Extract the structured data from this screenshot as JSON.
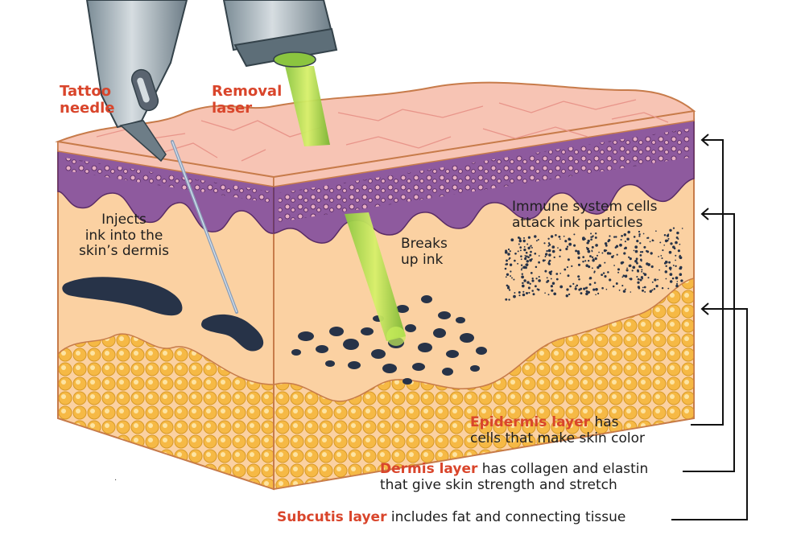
{
  "labels": {
    "tattoo_needle": [
      "Tattoo",
      "needle"
    ],
    "removal_laser": [
      "Removal",
      "laser"
    ],
    "injects": [
      "Injects",
      "ink into the",
      "skin’s dermis"
    ],
    "breaks": [
      "Breaks",
      "up ink"
    ],
    "immune": [
      "Immune system cells",
      "attack ink particles"
    ]
  },
  "layers": {
    "epidermis": {
      "name": "Epidermis layer",
      "line1": " has",
      "line2": "cells that make skin color"
    },
    "dermis": {
      "name": "Dermis layer",
      "line1": " has collagen and elastin",
      "line2": "that give skin strength and stretch"
    },
    "subcutis": {
      "name": "Subcutis layer",
      "line1": " includes fat and connecting tissue"
    }
  },
  "colors": {
    "epidermis": "#f7c4b4",
    "pigment_layer": "#8e5a9e",
    "dermis": "#fbd1a2",
    "fat": "#f6b945",
    "ink": "#273348",
    "laser": "#8bc53f",
    "label_red": "#d9452b"
  }
}
